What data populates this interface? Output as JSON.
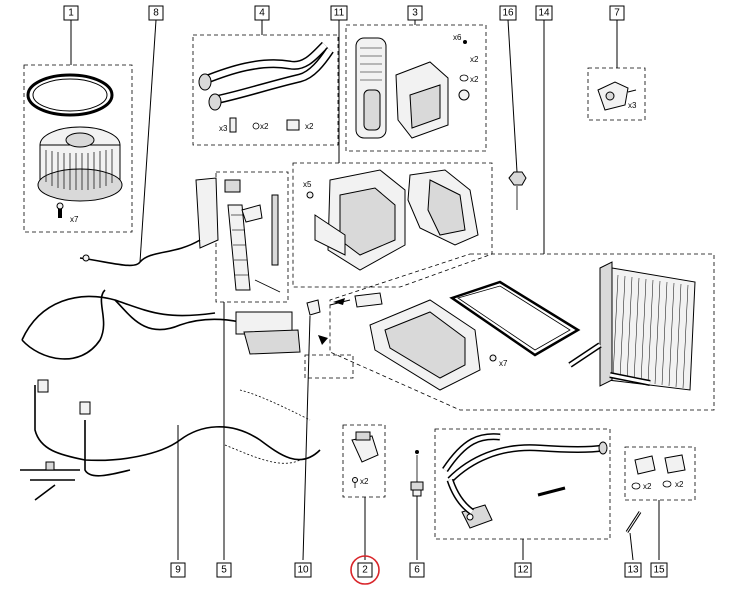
{
  "callouts": {
    "c1": "1",
    "c2": "2",
    "c3": "3",
    "c4": "4",
    "c5": "5",
    "c6": "6",
    "c7": "7",
    "c8": "8",
    "c9": "9",
    "c10": "10",
    "c11": "11",
    "c12": "12",
    "c13": "13",
    "c14": "14",
    "c15": "15",
    "c16": "16"
  },
  "highlighted_callout": "2",
  "highlight_color": "#d9252a",
  "quantities": {
    "q1_screws": "x7",
    "q3_a": "x6",
    "q3_b": "x2",
    "q3_c": "x2",
    "q4_a": "x3",
    "q4_b": "x2",
    "q4_c": "x2",
    "q7": "x3",
    "q11": "x5",
    "q14": "x7",
    "q2": "x2",
    "q15_a": "x2",
    "q15_b": "x2"
  }
}
